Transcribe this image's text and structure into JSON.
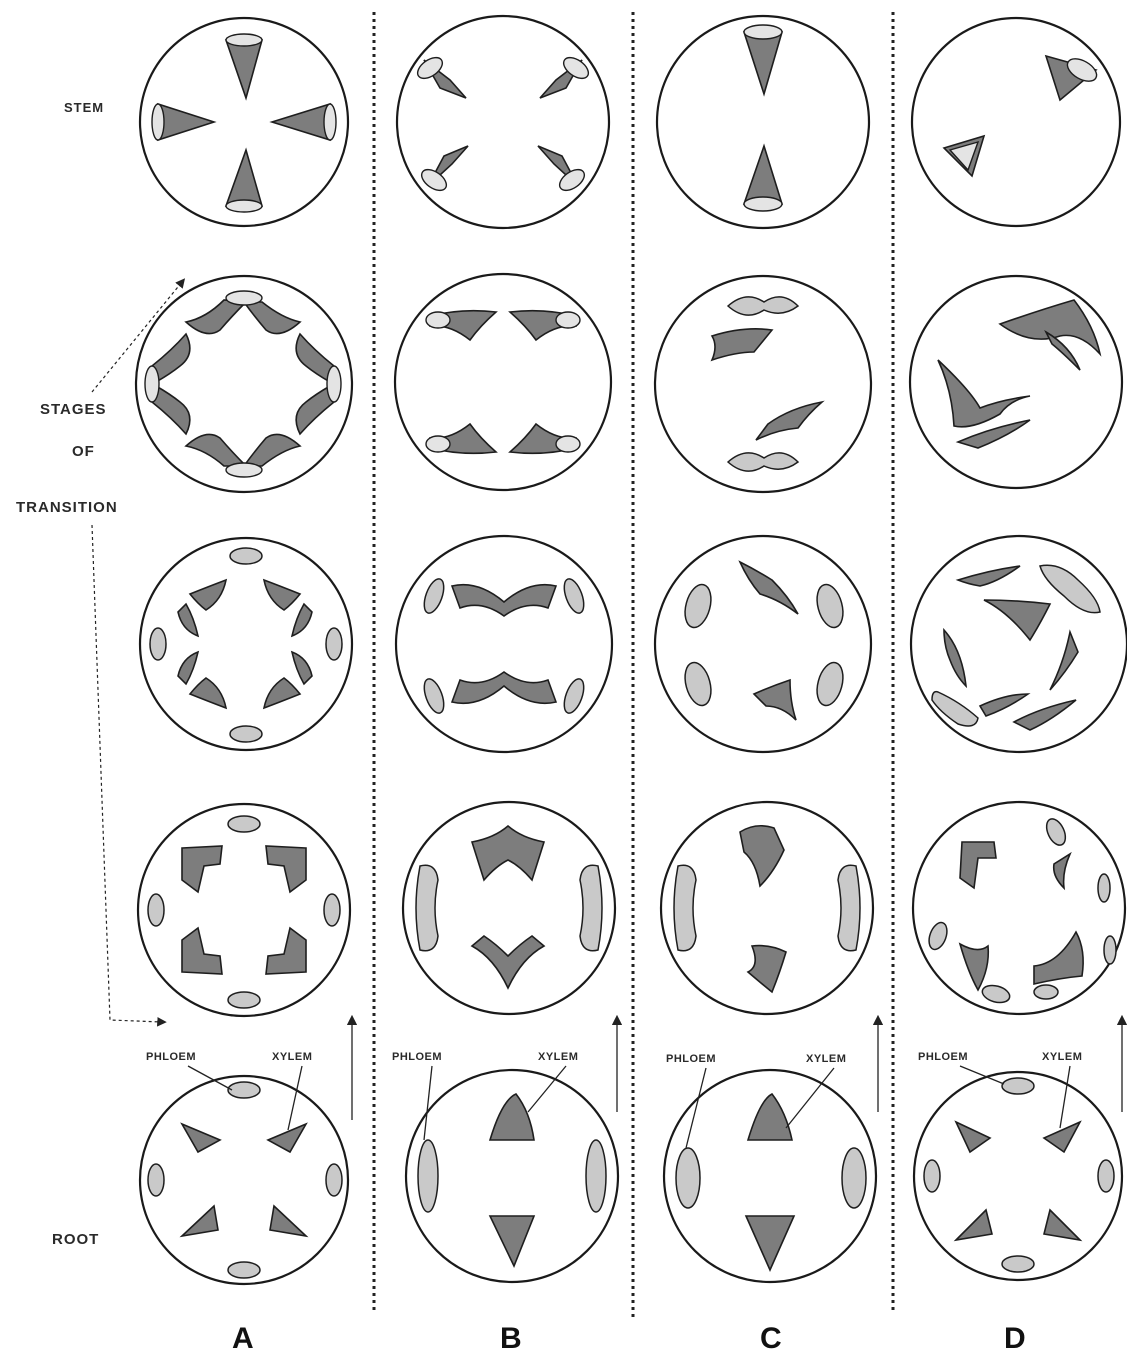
{
  "labels": {
    "stem": "STEM",
    "stages": "STAGES",
    "of": "OF",
    "transition": "TRANSITION",
    "root": "ROOT",
    "phloem": "PHLOEM",
    "xylem": "XYLEM"
  },
  "columns": [
    "A",
    "B",
    "C",
    "D"
  ]
}
